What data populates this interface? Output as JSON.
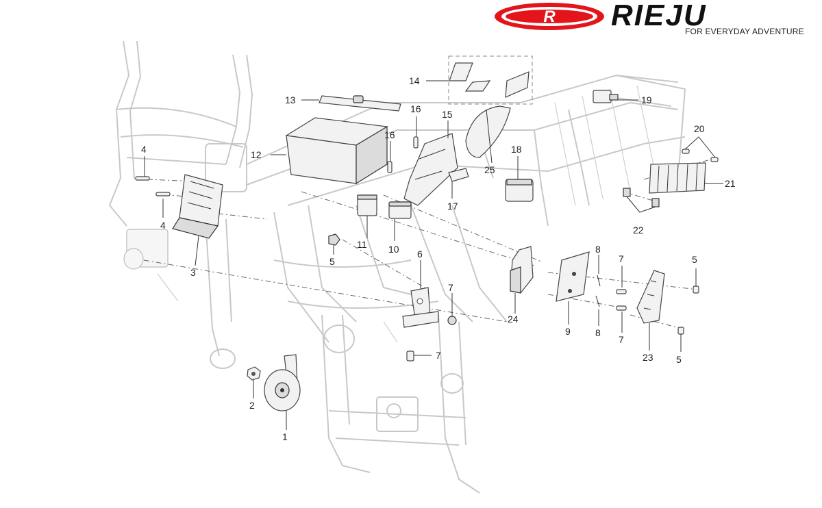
{
  "brand": {
    "logo_letter": "R",
    "name": "RIEJU",
    "tagline": "FOR EVERYDAY ADVENTURE",
    "logo_color": "#e4141b"
  },
  "callouts": {
    "c1": "1",
    "c2": "2",
    "c3": "3",
    "c4a": "4",
    "c4b": "4",
    "c5a": "5",
    "c5b": "5",
    "c5c": "5",
    "c6": "6",
    "c7a": "7",
    "c7b": "7",
    "c7c": "7",
    "c7d": "7",
    "c8a": "8",
    "c8b": "8",
    "c9": "9",
    "c10": "10",
    "c11": "11",
    "c12": "12",
    "c13": "13",
    "c14": "14",
    "c15": "15",
    "c16a": "16",
    "c16b": "16",
    "c17": "17",
    "c18": "18",
    "c19": "19",
    "c20": "20",
    "c21": "21",
    "c22": "22",
    "c23": "23",
    "c24": "24",
    "c25": "25"
  }
}
